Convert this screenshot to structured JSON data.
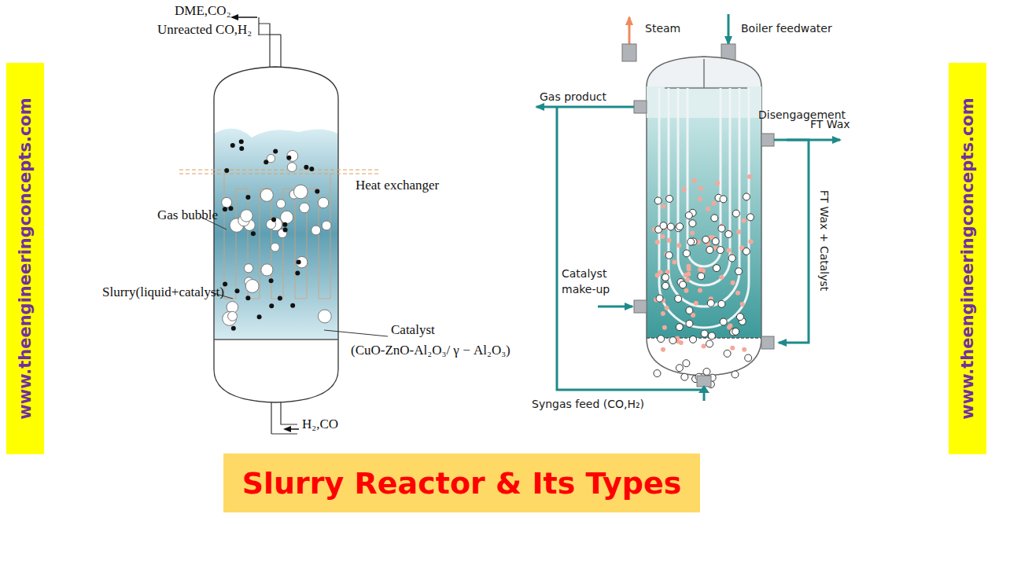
{
  "diagram": {
    "title": "Slurry Reactor & Its Types",
    "labels": [
      "www.theengineeringconcepts.com",
      "DME,CO₂",
      "Unreacted CO,H₂",
      "Heat exchanger",
      "Gas bubble",
      "Slurry(liquid+catalyst)",
      "Catalyst",
      "(CuO-ZnO-Al₂O₃/ γ − Al₂O₃)",
      "H₂,CO",
      "Steam",
      "Boiler feedwater",
      "Gas product",
      "Disengagement",
      "FT Wax",
      "FT Wax + Catalyst",
      "Catalyst make-up",
      "Syngas feed (CO,H₂)",
      "www.theengineeringconcepts.com"
    ]
  }
}
